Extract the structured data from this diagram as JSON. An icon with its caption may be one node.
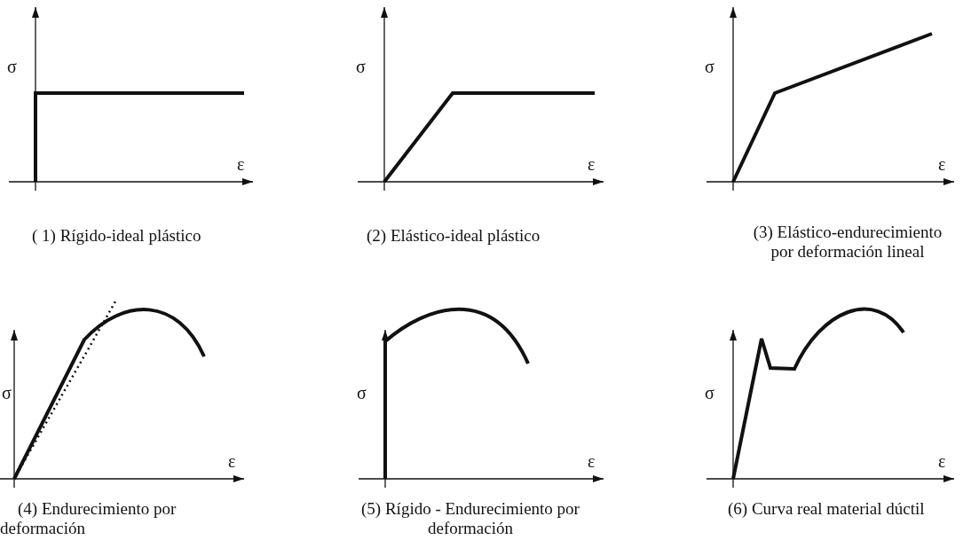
{
  "diagram": {
    "labels": [
      "σ",
      "ε",
      "( 1) Rígido-ideal plástico",
      "σ",
      "ε",
      "(2) Elástico-ideal plástico",
      "σ",
      "ε",
      "(3) Elástico-endurecimiento por deformación lineal",
      "σ",
      "ε",
      "(4) Endurecimiento por deformación",
      "σ",
      "ε",
      "(5) Rígido - Endurecimiento por deformación",
      "σ",
      "ε",
      "(6) Curva real material dúctil"
    ]
  }
}
